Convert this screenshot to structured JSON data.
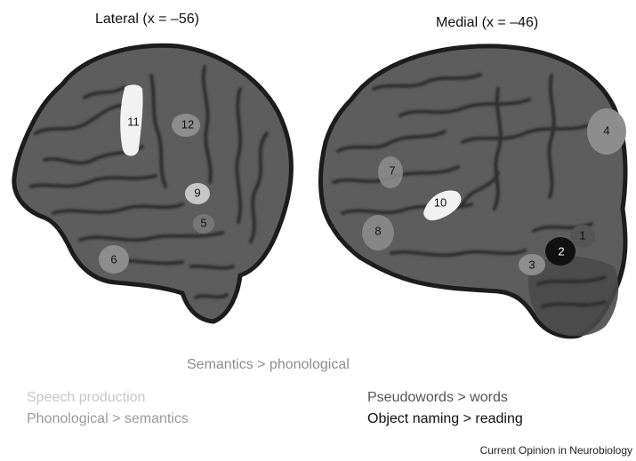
{
  "titles": {
    "lateral": "Lateral (x = –56)",
    "medial": "Medial (x = –46)"
  },
  "regions": {
    "r1": "1",
    "r2": "2",
    "r3": "3",
    "r4": "4",
    "r5": "5",
    "r6": "6",
    "r7": "7",
    "r8": "8",
    "r9": "9",
    "r10": "10",
    "r11": "11",
    "r12": "12"
  },
  "legend": {
    "semantics_phonological": "Semantics > phonological",
    "speech_production": "Speech production",
    "phonological_semantics": "Phonological > semantics",
    "pseudowords_words": "Pseudowords > words",
    "object_naming_reading": "Object naming > reading"
  },
  "credit": "Current Opinion in Neurobiology",
  "colors": {
    "brain_fill": "#5d5d5d",
    "sulci": "#2f2f2f",
    "outline": "#1c1c1c",
    "semantics_phonological": "#8d8d8d",
    "speech_production": "#c6c6c6",
    "phonological_semantics": "#9a9a9a",
    "pseudowords_words": "#555555",
    "object_naming_reading": "#111111",
    "white_region": "#f2f2f2"
  }
}
